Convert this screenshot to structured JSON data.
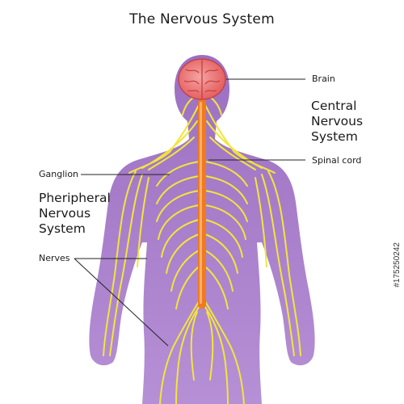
{
  "title": "The Nervous System",
  "labels": {
    "brain": "Brain",
    "spinal_cord": "Spinal cord",
    "ganglion": "Ganglion",
    "nerves": "Nerves"
  },
  "groups": {
    "central": [
      "Central",
      "Nervous",
      "System"
    ],
    "peripheral": [
      "Pheripheral",
      "Nervous",
      "System"
    ]
  },
  "stock_id": "#175250242",
  "colors": {
    "body": "#a77bc8",
    "nerve": "#f2e63a",
    "spinal_cord": "#f07a1e",
    "brain": "#e85a5a",
    "leader_line": "#222222"
  }
}
